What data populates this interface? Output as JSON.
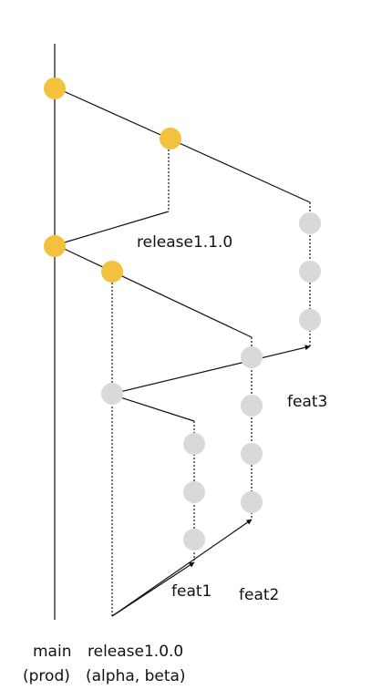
{
  "diagram": {
    "type": "git-branching-flow",
    "colors": {
      "release_commit": "#F2C23E",
      "feature_commit": "#D9D9D9",
      "line": "#111111",
      "background": "#FFFFFF"
    },
    "labels": {
      "main_name": "main",
      "main_env": "(prod)",
      "release100_name": "release1.0.0",
      "release100_env": "(alpha, beta)",
      "release110": "release1.1.0",
      "feat1": "feat1",
      "feat2": "feat2",
      "feat3": "feat3"
    }
  }
}
